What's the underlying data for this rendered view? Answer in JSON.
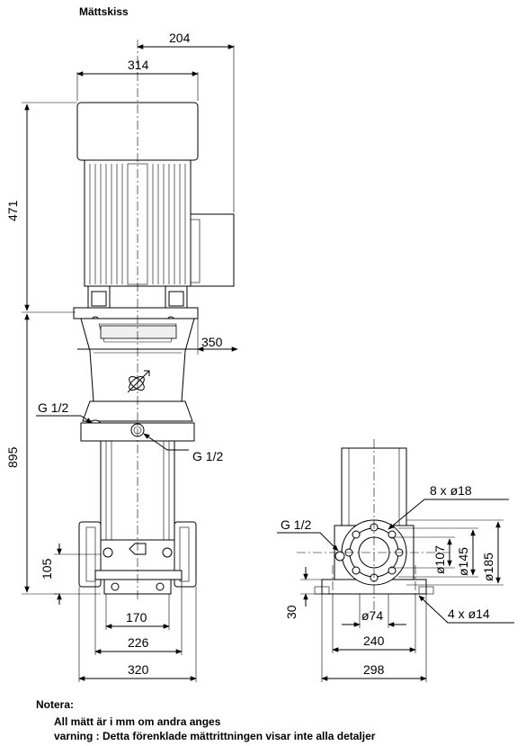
{
  "title": "Mättskiss",
  "dimensions": {
    "motor_offset": "204",
    "motor_diameter": "314",
    "motor_height": "471",
    "head_width": "350",
    "total_height": "895",
    "inlet_height": "105",
    "base_170": "170",
    "base_226": "226",
    "base_320": "320",
    "side_base_240": "240",
    "side_base_298": "298",
    "side_foot_30": "30",
    "bore_74": "ø74",
    "bore_107": "ø107",
    "bore_145": "ø145",
    "bore_185": "ø185",
    "bolts_8": "8 x ø18",
    "bolts_4": "4 x ø14"
  },
  "callouts": {
    "g_left_top": "G 1/2",
    "g_right": "G 1/2",
    "g_side": "G 1/2"
  },
  "notes": {
    "heading": "Notera:",
    "line1": "All mätt är i mm om andra anges",
    "line2": "varning : Detta förenklade mättrittningen visar inte alla detaljer"
  }
}
